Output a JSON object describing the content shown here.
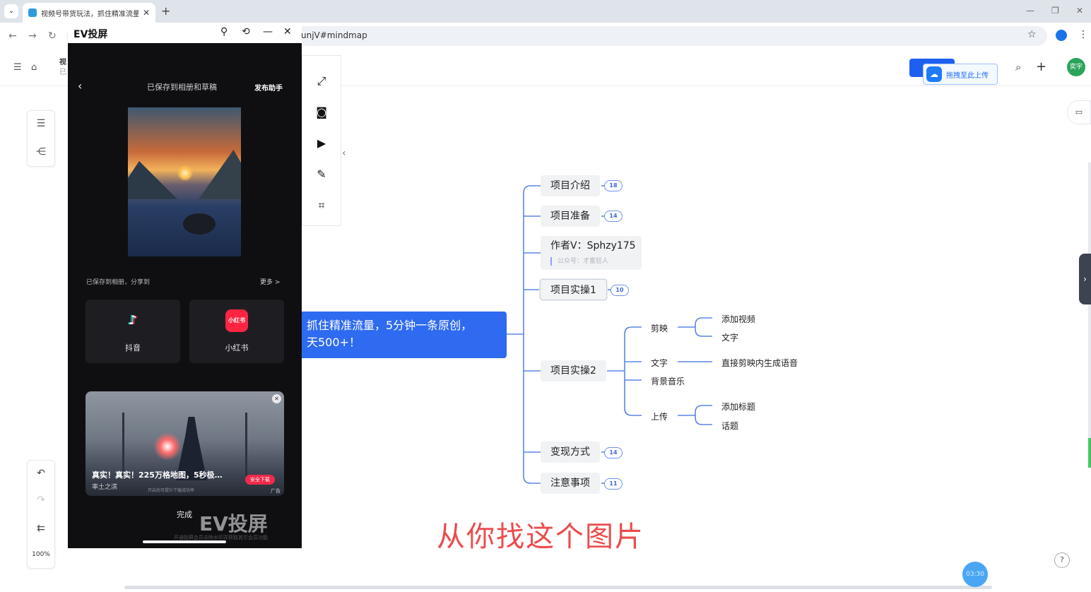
{
  "browser": {
    "tab_title": "视频号带货玩法，抓住精准流量",
    "url_fragment": "unjV#mindmap",
    "window_controls": [
      "—",
      "❐",
      "✕"
    ]
  },
  "app": {
    "doc_title": "视",
    "doc_status": "已",
    "upload_label": "拖拽至此上传",
    "user_initials": "奕宇",
    "zoom_level": "100%"
  },
  "mindmap": {
    "root_text": "抓住精准流量，5分钟一条原创，\n天500+！",
    "branches": [
      {
        "label": "项目介绍",
        "count": "18"
      },
      {
        "label": "项目准备",
        "count": "14"
      },
      {
        "label": "作者V：Sphzy175",
        "note": "公众号：才富狂人"
      },
      {
        "label": "项目实操1",
        "count": "10"
      },
      {
        "label": "项目实操2"
      },
      {
        "label": "变现方式",
        "count": "14"
      },
      {
        "label": "注意事项",
        "count": "11"
      }
    ],
    "sub_branches": {
      "jianying": "剪映",
      "wenzi": "文字",
      "bgm": "背景音乐",
      "upload": "上传"
    },
    "leaves": {
      "add_video": "添加视频",
      "text": "文字",
      "tts": "直接剪映内生成语音",
      "add_title": "添加标题",
      "topic": "话题"
    }
  },
  "overlay_caption": "从你找这个图片",
  "timer": "03:30",
  "ev_window": {
    "title": "EV投屏",
    "saved_title": "已保存到相册和草稿",
    "helper_label": "发布助手",
    "share_label": "已保存到相册，分享到",
    "more_label": "更多 >",
    "share_targets": [
      {
        "name": "抖音",
        "icon": "douyin-icon"
      },
      {
        "name": "小红书",
        "icon": "xiaohongshu-icon",
        "icon_text": "小红书"
      }
    ],
    "ad": {
      "title": "真实！真实！225万格地图，5秒极…",
      "subtitle": "率土之滨",
      "button": "安全下载",
      "tag": "广告",
      "strip": "开启后可提升下载成功率"
    },
    "done_label": "完成",
    "watermark": "EV投屏",
    "watermark_sub": "开通投屏会员去除水印并获取其它会员功能"
  },
  "colors": {
    "root_blue": "#2f6bf0",
    "line_blue": "#5b86e5",
    "caption_red": "#ec4c4c"
  }
}
